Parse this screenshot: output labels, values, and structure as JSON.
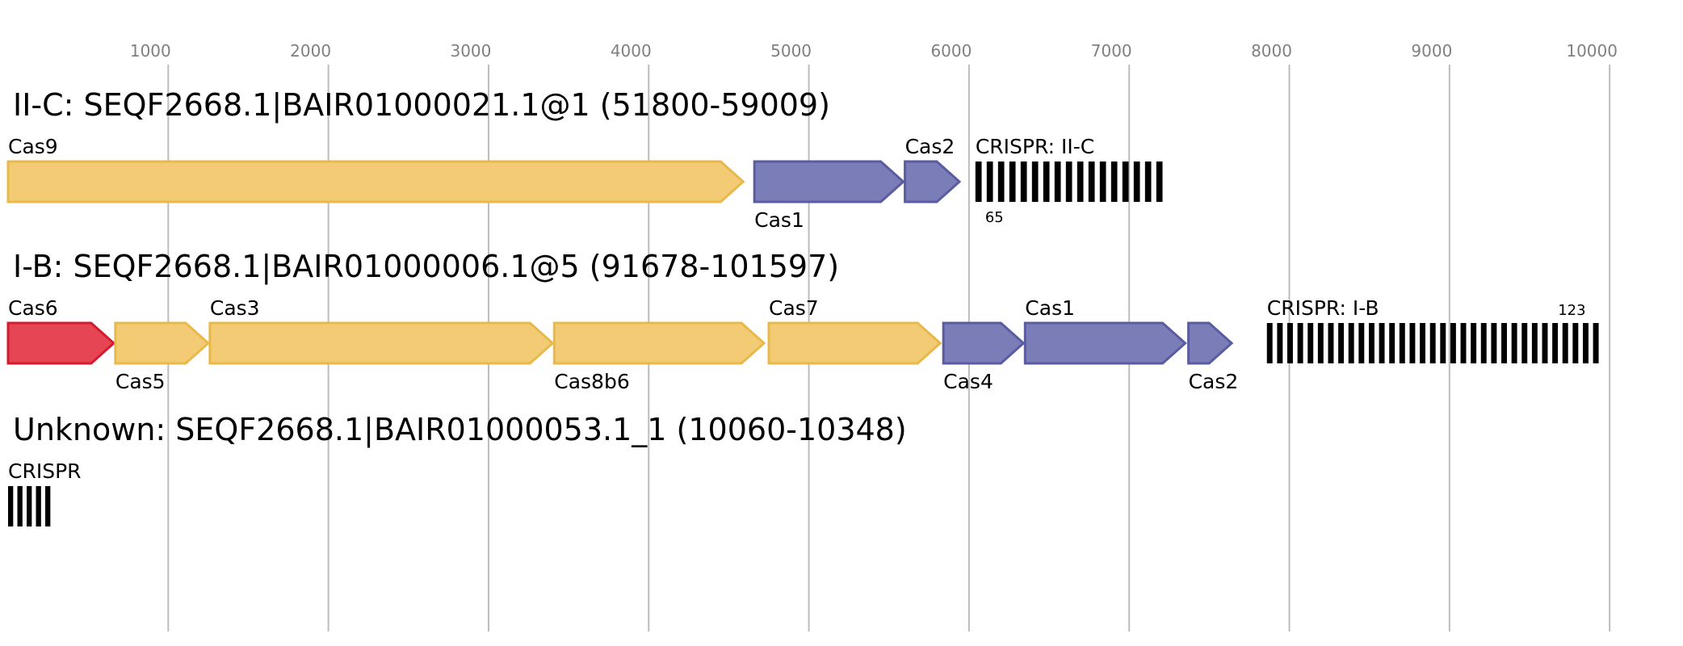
{
  "scale": {
    "min": 0,
    "max": 10100,
    "ticks": [
      1000,
      2000,
      3000,
      4000,
      5000,
      6000,
      7000,
      8000,
      9000,
      10000
    ]
  },
  "colors": {
    "adaptation": "#7b7db8",
    "adaptation_stroke": "#5a5ca0",
    "effector": "#f2cb74",
    "effector_stroke": "#e9b84a",
    "accessory": "#e64553",
    "accessory_stroke": "#d41b2c",
    "crispr": "#000000"
  },
  "loci": [
    {
      "title": "II-C: SEQF2668.1|BAIR01000021.1@1 (51800-59009)",
      "genes": [
        {
          "name": "Cas9",
          "start": 0,
          "end": 4590,
          "category": "effector",
          "label_pos": "above"
        },
        {
          "name": "Cas1",
          "start": 4660,
          "end": 5590,
          "category": "adaptation",
          "label_pos": "below"
        },
        {
          "name": "Cas2",
          "start": 5600,
          "end": 5940,
          "category": "adaptation",
          "label_pos": "above"
        }
      ],
      "arrays": [
        {
          "label": "CRISPR: II-C",
          "count": "65",
          "start": 6040,
          "end": 7240,
          "stripes": 17,
          "count_side": "left"
        }
      ]
    },
    {
      "title": "I-B: SEQF2668.1|BAIR01000006.1@5 (91678-101597)",
      "genes": [
        {
          "name": "Cas6",
          "start": 0,
          "end": 660,
          "category": "accessory",
          "label_pos": "above"
        },
        {
          "name": "Cas5",
          "start": 670,
          "end": 1250,
          "category": "effector",
          "label_pos": "below"
        },
        {
          "name": "Cas3",
          "start": 1260,
          "end": 3400,
          "category": "effector",
          "label_pos": "above"
        },
        {
          "name": "Cas8b6",
          "start": 3410,
          "end": 4720,
          "category": "effector",
          "label_pos": "below"
        },
        {
          "name": "Cas7",
          "start": 4750,
          "end": 5820,
          "category": "effector",
          "label_pos": "above"
        },
        {
          "name": "Cas4",
          "start": 5840,
          "end": 6340,
          "category": "adaptation",
          "label_pos": "below"
        },
        {
          "name": "Cas1",
          "start": 6350,
          "end": 7350,
          "category": "adaptation",
          "label_pos": "above"
        },
        {
          "name": "Cas2",
          "start": 7370,
          "end": 7640,
          "category": "adaptation",
          "label_pos": "below"
        }
      ],
      "arrays": [
        {
          "label": "CRISPR: I-B",
          "count": "123",
          "start": 7860,
          "end": 9960,
          "stripes": 33,
          "count_side": "right"
        }
      ]
    },
    {
      "title": "Unknown: SEQF2668.1|BAIR01000053.1_1 (10060-10348)",
      "genes": [],
      "arrays": [
        {
          "label": "CRISPR",
          "count": "",
          "start": 0,
          "end": 290,
          "stripes": 5,
          "count_side": "none"
        }
      ]
    }
  ]
}
